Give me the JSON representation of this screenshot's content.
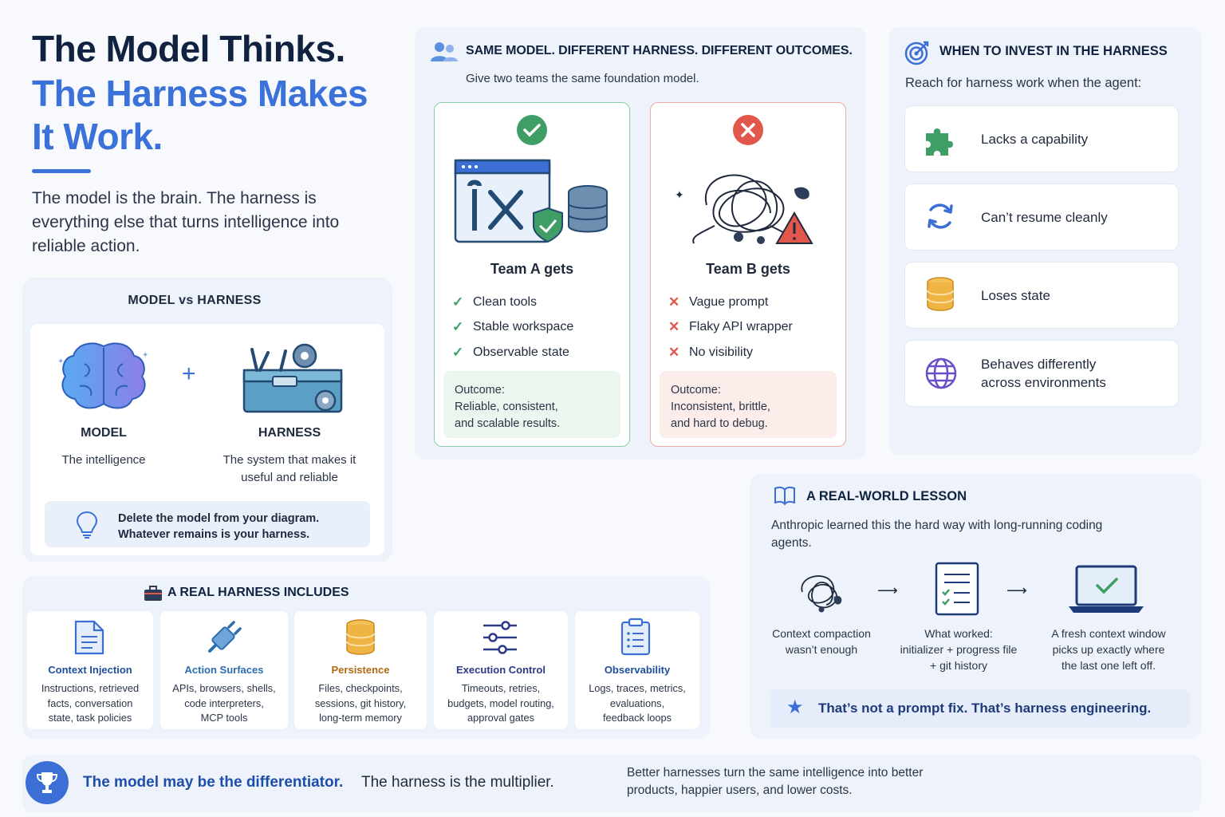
{
  "hero": {
    "line1": "The Model Thinks.",
    "line2": "The Harness Makes It Work.",
    "subtitle": "The model is the brain. The harness is everything else that turns intelligence into reliable action."
  },
  "model_vs_harness": {
    "title": "MODEL vs HARNESS",
    "model_label": "MODEL",
    "model_desc": "The intelligence",
    "harness_label": "HARNESS",
    "harness_desc": "The system that makes it useful and reliable",
    "tip": "Delete the model from your diagram. Whatever remains is your harness."
  },
  "same_model": {
    "title": "SAME MODEL. DIFFERENT HARNESS. DIFFERENT OUTCOMES.",
    "subtitle": "Give two teams the same foundation model.",
    "team_a": {
      "title": "Team A gets",
      "items": [
        "Clean tools",
        "Stable workspace",
        "Observable state"
      ],
      "outcome": "Outcome:\nReliable, consistent,\nand scalable results."
    },
    "team_b": {
      "title": "Team B gets",
      "items": [
        "Vague prompt",
        "Flaky API wrapper",
        "No visibility"
      ],
      "outcome": "Outcome:\nInconsistent, brittle,\nand hard to debug."
    }
  },
  "invest": {
    "title": "WHEN TO INVEST IN THE HARNESS",
    "subtitle": "Reach for harness work when the agent:",
    "items": [
      {
        "label": "Lacks a capability",
        "icon": "puzzle-icon"
      },
      {
        "label": "Can’t resume cleanly",
        "icon": "refresh-icon"
      },
      {
        "label": "Loses state",
        "icon": "database-icon"
      },
      {
        "label": "Behaves differently\nacross environments",
        "icon": "globe-icon"
      }
    ]
  },
  "lesson": {
    "title": "A REAL-WORLD LESSON",
    "subtitle": "Anthropic learned this the hard way with long-running coding agents.",
    "steps": [
      "Context compaction\nwasn’t enough",
      "What worked:\ninitializer + progress file\n+ git history",
      "A fresh context window\npicks up exactly where\nthe last one left off."
    ],
    "banner": "That’s not a prompt fix. That’s harness engineering."
  },
  "includes": {
    "title": "A REAL HARNESS INCLUDES",
    "tiles": [
      {
        "name": "Context Injection",
        "desc": "Instructions, retrieved\nfacts, conversation\nstate, task policies",
        "color": "#1f4f9a"
      },
      {
        "name": "Action Surfaces",
        "desc": "APIs, browsers, shells,\ncode interpreters,\nMCP tools",
        "color": "#2a6fb0"
      },
      {
        "name": "Persistence",
        "desc": "Files, checkpoints,\nsessions, git history,\nlong-term memory",
        "color": "#b06a12"
      },
      {
        "name": "Execution Control",
        "desc": "Timeouts, retries,\nbudgets, model routing,\napproval gates",
        "color": "#2c3a88"
      },
      {
        "name": "Observability",
        "desc": "Logs, traces, metrics,\nevaluations,\nfeedback loops",
        "color": "#1f4f9a"
      }
    ]
  },
  "footer": {
    "a": "The model may be the differentiator.",
    "b": "The harness is the multiplier.",
    "c": "Better harnesses turn the same intelligence into better products, happier users, and lower costs."
  }
}
